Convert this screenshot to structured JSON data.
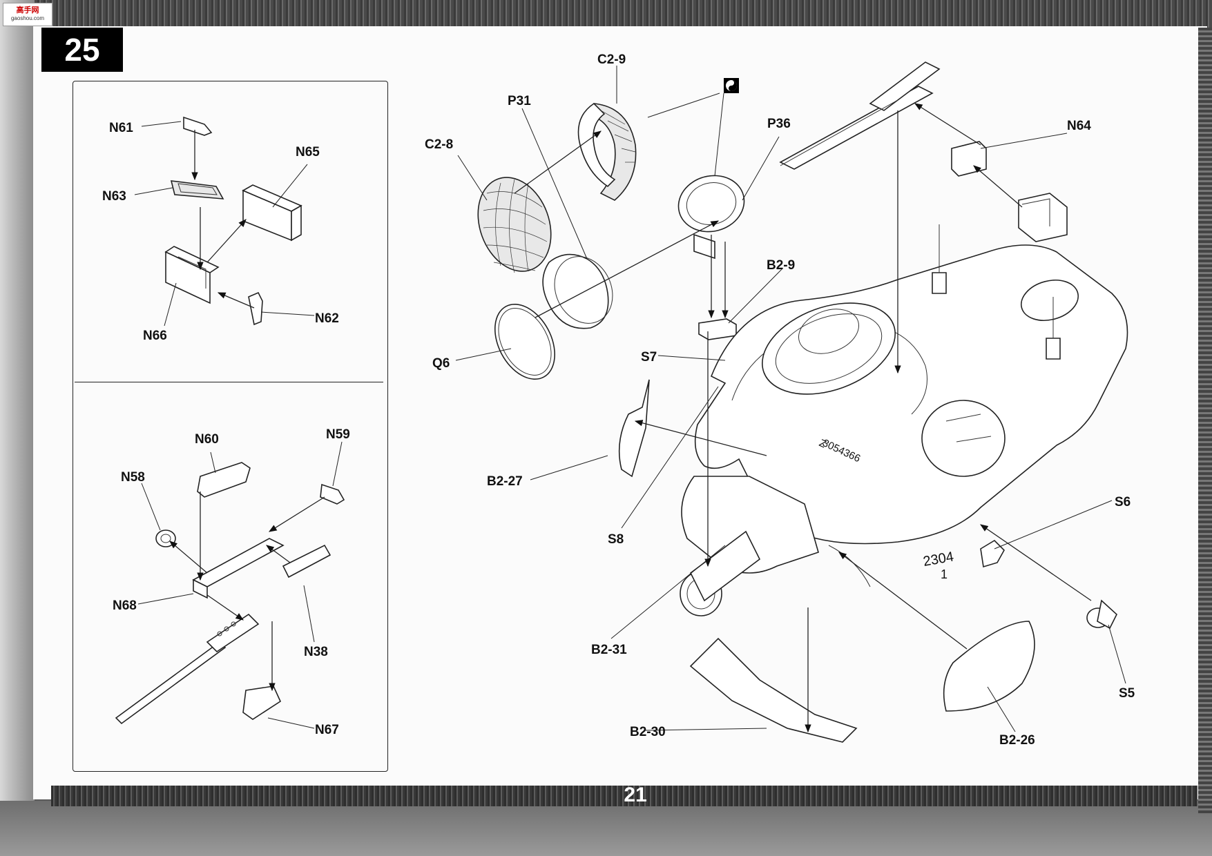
{
  "page": {
    "step_number": "25",
    "page_number": "21",
    "watermark_logo": "高手网",
    "watermark_sub": "gaoshou.com"
  },
  "inset_top_labels": {
    "n61": "N61",
    "n63": "N63",
    "n65": "N65",
    "n66": "N66",
    "n62": "N62"
  },
  "inset_bottom_labels": {
    "n60": "N60",
    "n59": "N59",
    "n58": "N58",
    "n68": "N68",
    "n38": "N38",
    "n67": "N67"
  },
  "main_labels": {
    "c2_9": "C2-9",
    "p31": "P31",
    "c2_8": "C2-8",
    "p36": "P36",
    "n64": "N64",
    "b2_9": "B2-9",
    "s7": "S7",
    "q6": "Q6",
    "b2_27": "B2-27",
    "s8": "S8",
    "s6": "S6",
    "b2_31": "B2-31",
    "s5": "S5",
    "b2_30": "B2-30",
    "b2_26": "B2-26"
  },
  "hull_markings": {
    "serial_number": "3054366",
    "prefix": "Z",
    "turret_number": "2304",
    "turret_sub": "1"
  },
  "icons": {
    "glue_symbol": "yin-yang-glue-icon"
  }
}
